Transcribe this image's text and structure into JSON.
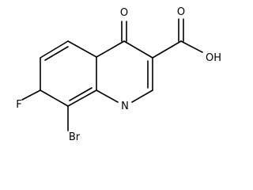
{
  "molecule": {
    "atoms": {
      "oxygen_keto": "O",
      "oxygen_acid": "O",
      "hydroxyl": "OH",
      "fluorine": "F",
      "bromine": "Br",
      "nitrogen": "N"
    }
  },
  "colors": {
    "bond": "#000000",
    "label": "#000000",
    "background": "#ffffff"
  }
}
